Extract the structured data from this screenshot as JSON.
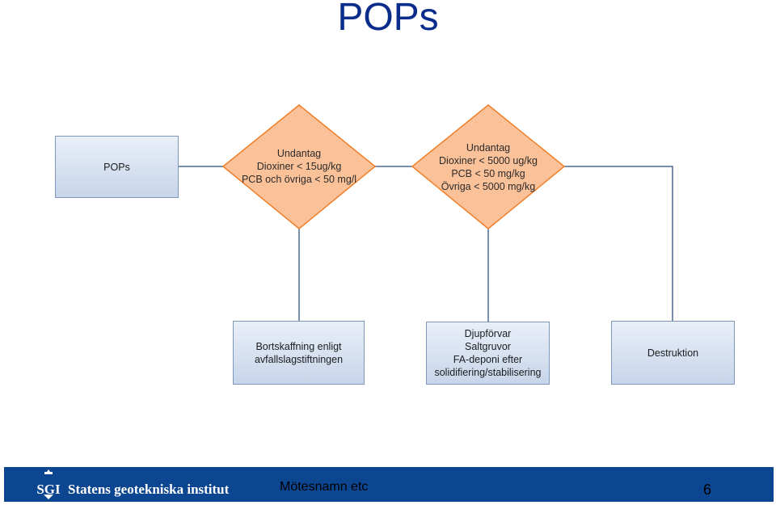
{
  "slide": {
    "title": "POPs"
  },
  "diagram": {
    "start_box": "POPs",
    "decision_1": "Undantag\nDioxiner < 15ug/kg\nPCB och övriga < 50 mg/l",
    "decision_2": "Undantag\nDioxiner < 5000 ug/kg\nPCB < 50 mg/kg\nÖvriga < 5000 mg/kg",
    "outcome_1": "Bortskaffning enligt\navfallslagstiftningen",
    "outcome_2": "Djupförvar\nSaltgruvor\nFA-deponi efter\nsolidifiering/stabilisering",
    "outcome_3": "Destruktion"
  },
  "footer": {
    "logo_text": "SGI",
    "organization": "Statens geotekniska institut",
    "meeting": "Mötesnamn etc",
    "page_number": "6"
  },
  "colors": {
    "title": "#0a2d8c",
    "diamond_fill": "#fbc29a",
    "diamond_stroke": "#f07f2a",
    "box_border": "#7f97b7",
    "connector": "#4d6a96",
    "footer_bar": "#0c4690"
  }
}
